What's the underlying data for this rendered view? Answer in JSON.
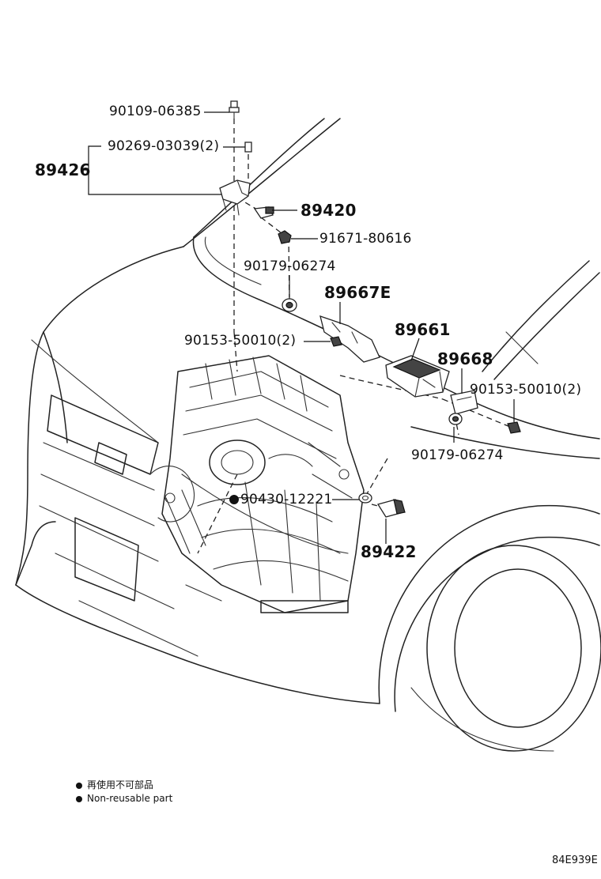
{
  "parts": {
    "p1": "90109-06385",
    "p2": "90269-03039(2)",
    "p3": "89426",
    "p4": "89420",
    "p5": "91671-80616",
    "p6": "90179-06274",
    "p7": "89667E",
    "p8": "90153-50010(2)",
    "p9": "89661",
    "p10": "89668",
    "p11": "90153-50010(2)",
    "p12": "90179-06274",
    "p13": "90430-12221",
    "p14": "89422"
  },
  "legend": {
    "jp": "再使用不可部品",
    "en": "Non-reusable part"
  },
  "figure_code": "84E939E"
}
